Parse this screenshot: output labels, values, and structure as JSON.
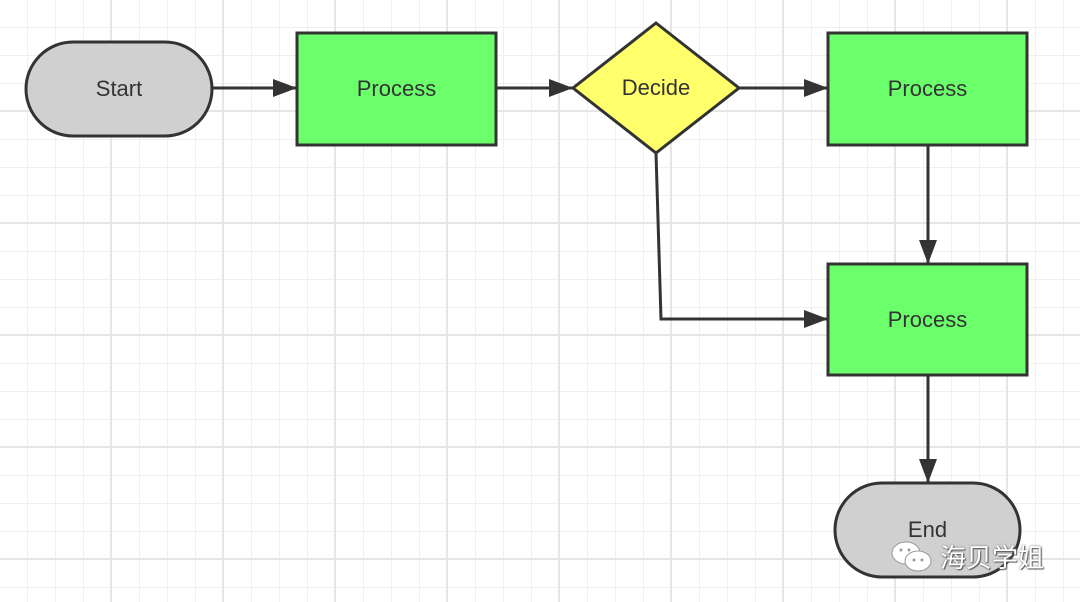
{
  "nodes": {
    "start": {
      "label": "Start",
      "color": "#d0d0d0"
    },
    "process1": {
      "label": "Process",
      "color": "#6cff6c"
    },
    "decide": {
      "label": "Decide",
      "color": "#ffff6c"
    },
    "process2": {
      "label": "Process",
      "color": "#6cff6c"
    },
    "process3": {
      "label": "Process",
      "color": "#6cff6c"
    },
    "end": {
      "label": "End",
      "color": "#d0d0d0"
    }
  },
  "watermark": {
    "text": "海贝学姐",
    "icon": "wechat-icon"
  }
}
